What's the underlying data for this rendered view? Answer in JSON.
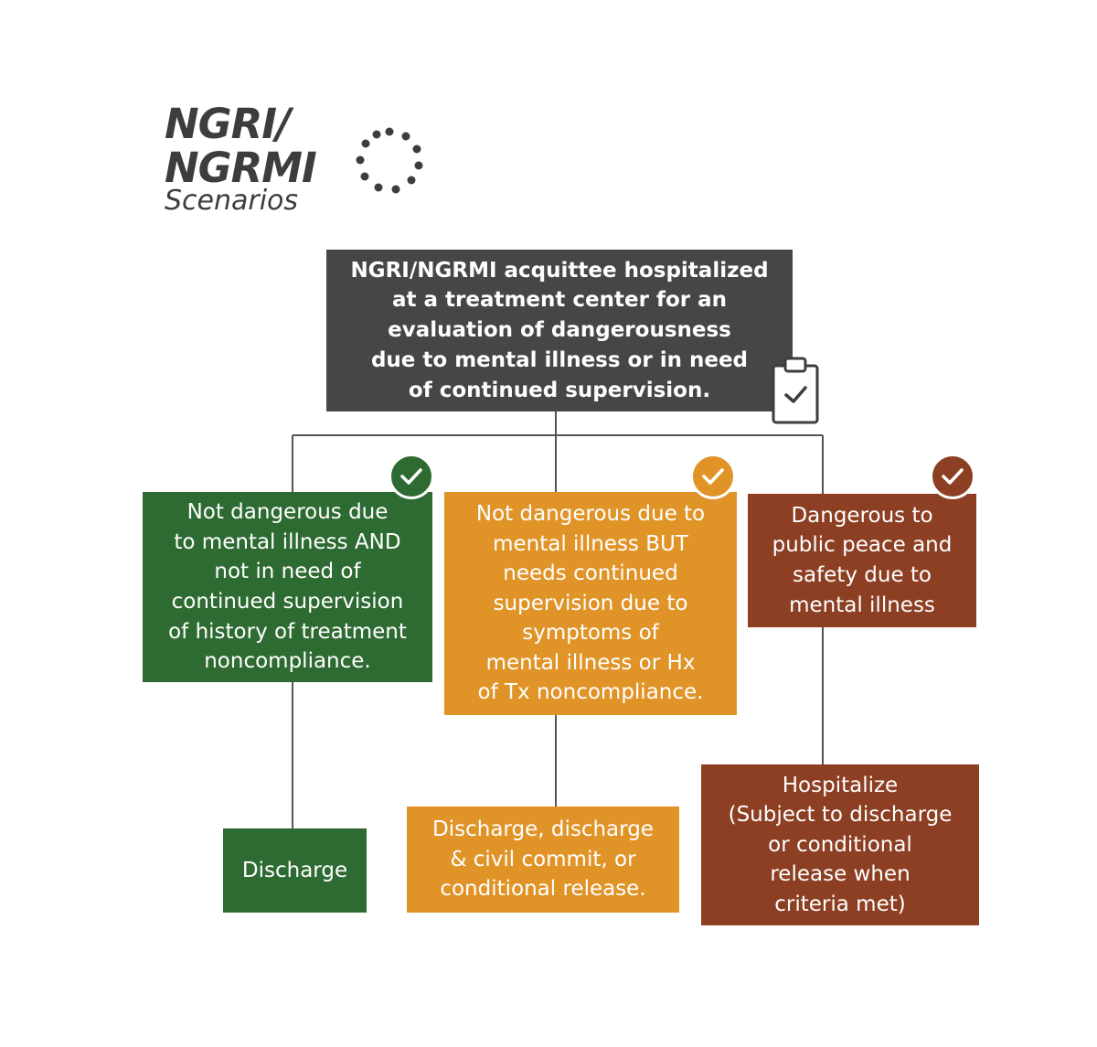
{
  "title": {
    "line1": "NGRI/",
    "line2": "NGRMI",
    "subtitle": "Scenarios",
    "decoration_icon": "dotted-circle-icon"
  },
  "colors": {
    "dark": "#464646",
    "green": "#2e6b32",
    "orange": "#e09428",
    "brown": "#8c3f22",
    "connector": "#555555"
  },
  "root": {
    "text": "NGRI/NGRMI acquittee hospitalized\nat a treatment center for an\nevaluation of dangerousness\ndue to mental illness or in need\nof continued supervision.",
    "icon": "clipboard-check-icon"
  },
  "branches": [
    {
      "id": "green",
      "condition": "Not dangerous due\nto mental illness AND\nnot in need of\ncontinued supervision\nof history of treatment\nnoncompliance.",
      "outcome": "Discharge",
      "badge_icon": "check-circle-icon"
    },
    {
      "id": "orange",
      "condition": "Not dangerous due to\nmental illness BUT\nneeds continued\nsupervision due to\nsymptoms of\nmental illness or Hx\nof Tx noncompliance.",
      "outcome": "Discharge, discharge\n& civil commit, or\nconditional release.",
      "badge_icon": "check-circle-icon"
    },
    {
      "id": "brown",
      "condition": "Dangerous to\npublic peace and\nsafety due to\nmental illness",
      "outcome": "Hospitalize\n(Subject to discharge\nor conditional\nrelease when\ncriteria met)",
      "badge_icon": "check-circle-icon"
    }
  ]
}
